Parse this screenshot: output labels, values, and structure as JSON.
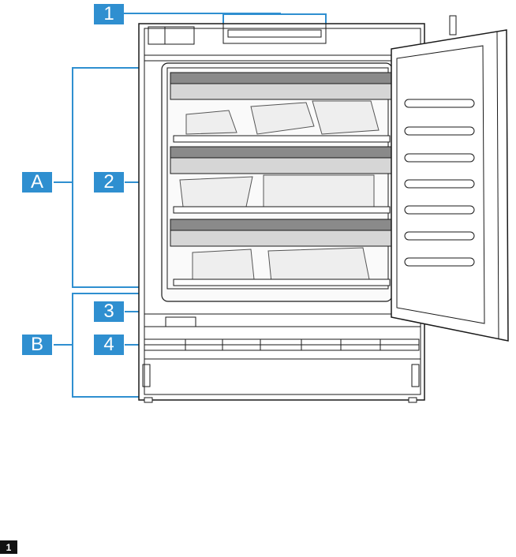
{
  "callouts": {
    "one": "1",
    "two": "2",
    "three": "3",
    "four": "4",
    "a": "A",
    "b": "B"
  },
  "page_marker": "1",
  "colors": {
    "callout": "#2f8fd0",
    "outline": "#1a1a1a",
    "panel_gray": "#8a8a8a",
    "shelf_gray": "#d6d6d6"
  }
}
